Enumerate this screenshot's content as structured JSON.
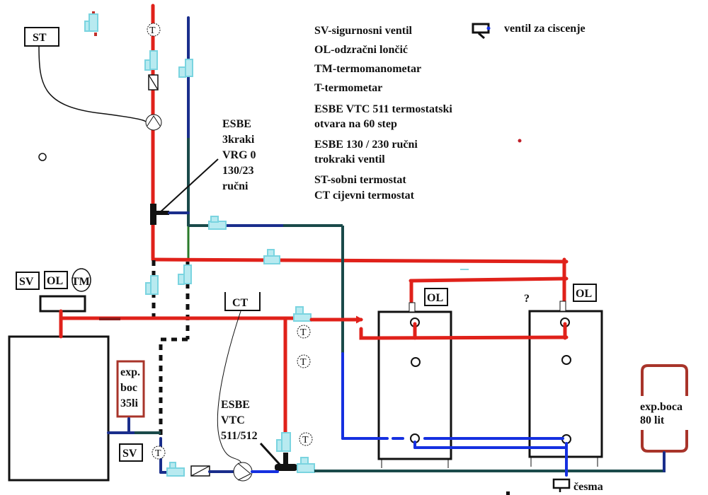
{
  "legend": {
    "items": [
      "SV-sigurnosni ventil",
      "OL-odzračni lončić",
      "TM-termomanometar",
      "T-termometar",
      "ESBE VTC 511 termostatski",
      "otvara na 60 step",
      "ESBE 130 / 230 ručni",
      "trokraki ventil",
      "ST-sobni termostat",
      "CT cijevni termostat"
    ],
    "cleaning_valve": "ventil za ciscenje"
  },
  "labels": {
    "st": "ST",
    "ct": "CT",
    "sv_top": "SV",
    "ol_boiler": "OL",
    "tm": "TM",
    "sv_bottom": "SV",
    "ol_tank1": "OL",
    "ol_tank2": "OL",
    "question": "?",
    "thermometer": "T",
    "esbe_vrg": [
      "ESBE",
      "3kraki",
      "VRG  0",
      "130/23",
      "ručni"
    ],
    "esbe_vtc": [
      "ESBE",
      "VTC",
      "511/512"
    ],
    "exp_small": [
      "exp.",
      "boc",
      "35li"
    ],
    "exp_large": [
      "exp.boca",
      "80 lit"
    ],
    "tap": "česma"
  },
  "colors": {
    "hot_pipe": "#e0211a",
    "cold_pipe": "#1a2e8c",
    "cold_pipe_bright": "#1530e0",
    "return_pipe": "#1a4a4a",
    "valve_fill": "#b8eaf0",
    "expansion_vessel": "#a8342a"
  }
}
